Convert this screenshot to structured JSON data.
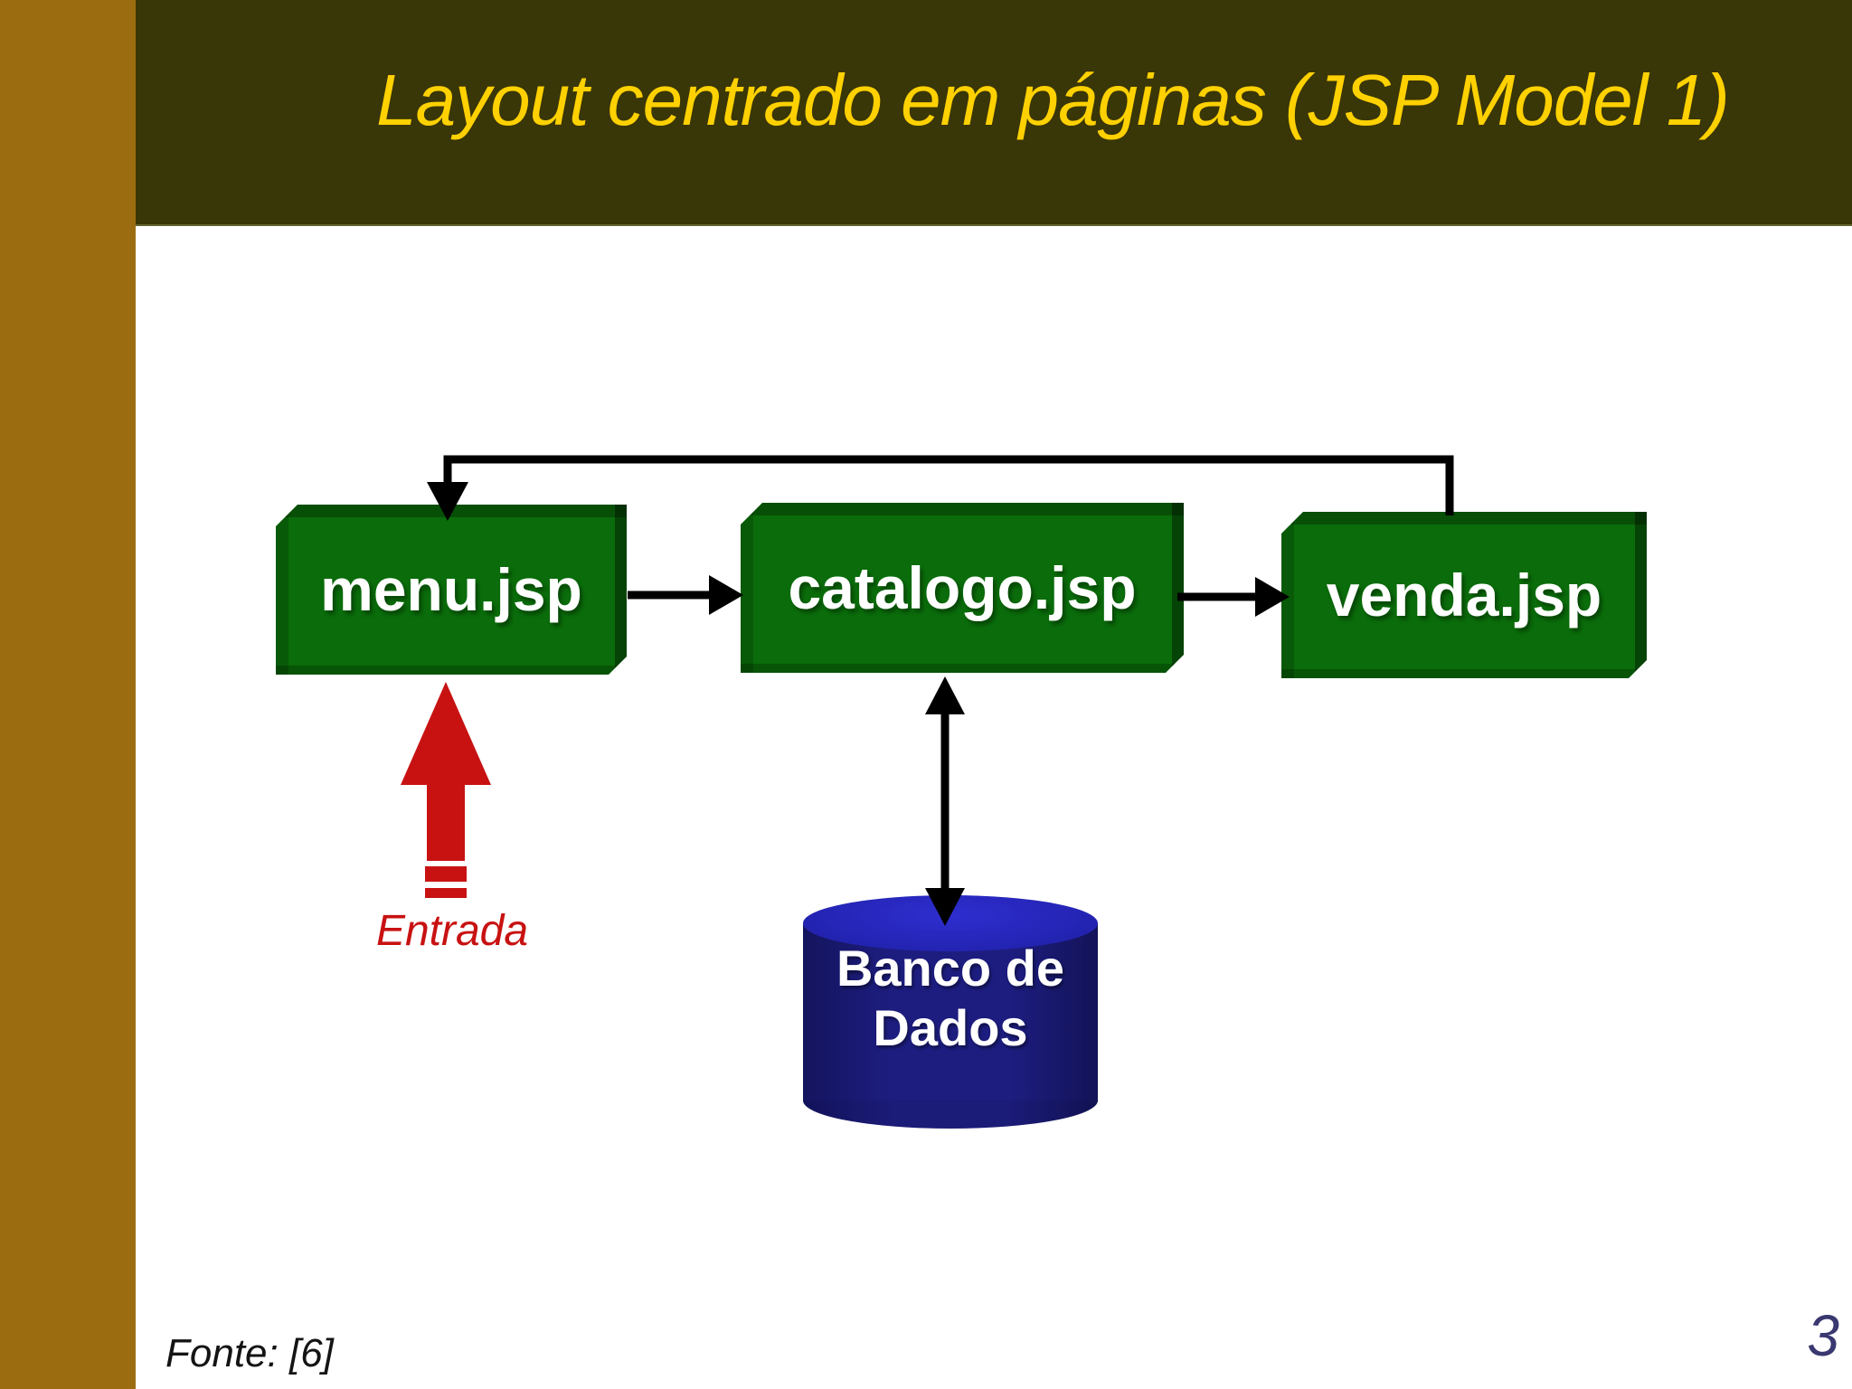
{
  "slide": {
    "title": "Layout centrado em páginas (JSP Model 1)",
    "source": "Fonte: [6]",
    "page_number": "3"
  },
  "diagram": {
    "boxes": [
      {
        "label": "menu.jsp"
      },
      {
        "label": "catalogo.jsp"
      },
      {
        "label": "venda.jsp"
      }
    ],
    "database": {
      "line1": "Banco de",
      "line2": "Dados"
    },
    "entry_label": "Entrada"
  },
  "colors": {
    "sidebar_gold": "#9C6D10",
    "header_olive": "#393608",
    "title_yellow": "#FFD100",
    "box_green": "#0A6C0A",
    "box_text": "#FFFFFF",
    "db_blue_body": "#1B1B78",
    "db_blue_top": "#2424B4",
    "arrow_black": "#000000",
    "entry_red": "#C81212",
    "page_number_blue": "#3A3870"
  }
}
